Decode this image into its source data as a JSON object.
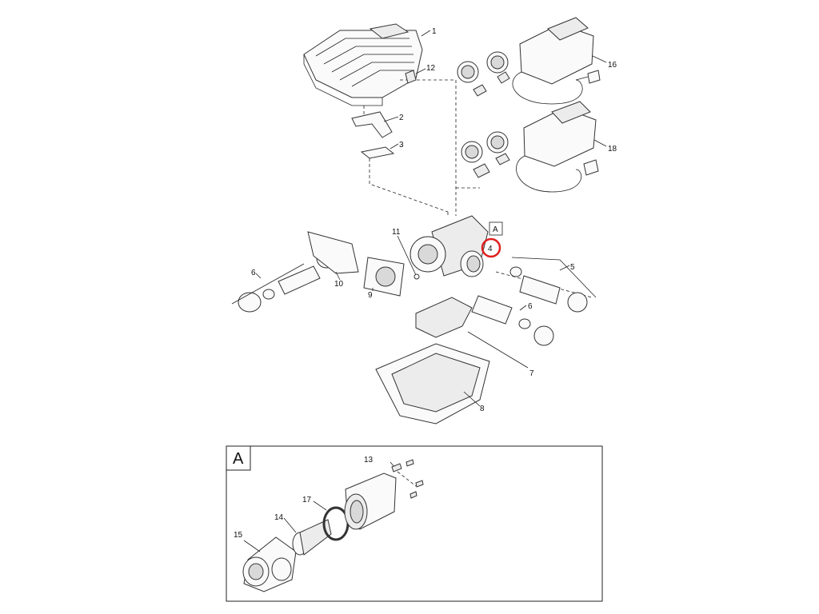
{
  "diagram": {
    "labels": {
      "p1": "1",
      "p2": "2",
      "p3": "3",
      "p4": "4",
      "p5": "5",
      "p6a": "6",
      "p6b": "6",
      "p7": "7",
      "p8": "8",
      "p9": "9",
      "p10": "10",
      "p11": "11",
      "p12": "12",
      "p16": "16",
      "p18": "18",
      "boxA": "A"
    },
    "detail": {
      "title": "A",
      "labels": {
        "p13": "13",
        "p14": "14",
        "p15": "15",
        "p17": "17"
      }
    },
    "highlight": {
      "target": "4",
      "color": "#e02020"
    }
  }
}
